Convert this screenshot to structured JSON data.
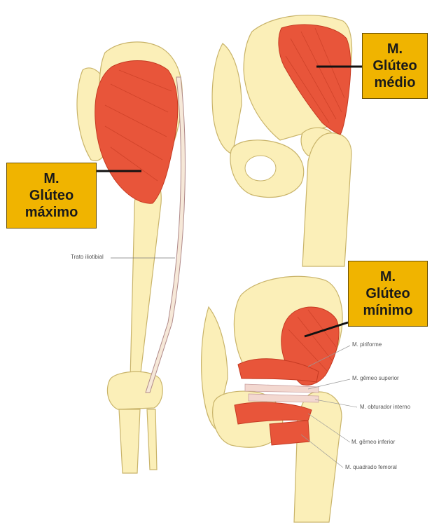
{
  "colors": {
    "bone_fill": "#fbefb8",
    "bone_stroke": "#c9b46a",
    "muscle": "#e8553a",
    "muscle_dark": "#c53a22",
    "label_box": "#f0b400",
    "leader_line": "#111111"
  },
  "labels": {
    "gluteo_maximo": {
      "line1": "M.",
      "line2": "Glúteo",
      "line3": "máximo"
    },
    "gluteo_medio": {
      "line1": "M.",
      "line2": "Glúteo",
      "line3": "médio"
    },
    "gluteo_minimo": {
      "line1": "M.",
      "line2": "Glúteo",
      "line3": "mínimo"
    }
  },
  "annotations": {
    "trato_iliotibial": "Trato iliotibial",
    "piriforme": "M. piriforme",
    "gemeo_superior": "M. gêmeo superior",
    "obturador_interno": "M. obturador interno",
    "gemeo_inferior": "M. gêmeo inferior",
    "quadrado_femoral": "M. quadrado femoral"
  }
}
